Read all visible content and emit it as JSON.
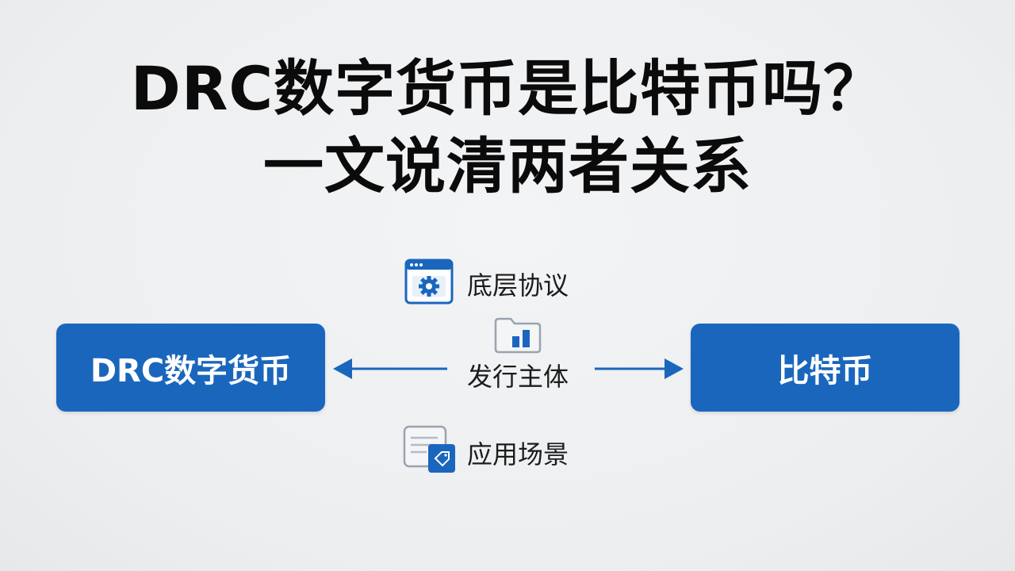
{
  "title": {
    "line1": "DRC数字货币是比特币吗？",
    "line2": "一文说清两者关系"
  },
  "left_node": {
    "label": "DRC数字货币"
  },
  "right_node": {
    "label": "比特币"
  },
  "center": {
    "items": [
      {
        "label": "底层协议",
        "icon": "settings-window-icon"
      },
      {
        "label": "发行主体",
        "icon": "folder-chart-icon"
      },
      {
        "label": "应用场景",
        "icon": "document-tag-icon"
      }
    ]
  },
  "colors": {
    "primary_blue": "#1a66bd",
    "title_text": "#0b0b0b",
    "background": "#eef0f2"
  }
}
